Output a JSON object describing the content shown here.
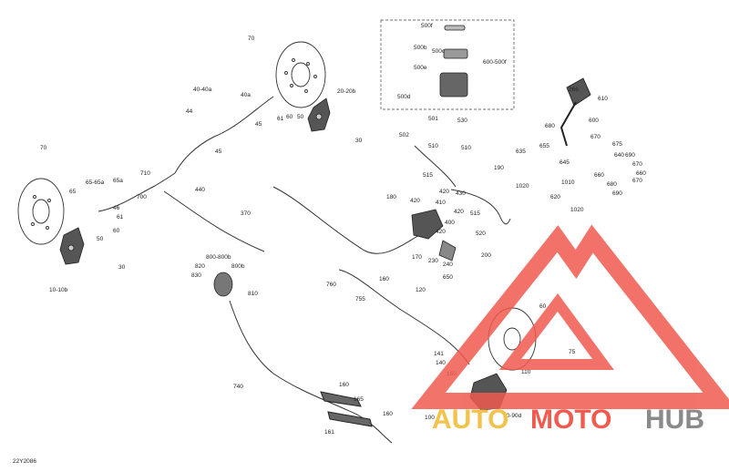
{
  "diagram_code": "22Y2086",
  "callouts": {
    "c70_top": "70",
    "c40_40a": "40-40a",
    "c40a": "40a",
    "c44": "44",
    "c45a": "45",
    "c45b": "45",
    "c61a": "61",
    "c60a": "60",
    "c50a": "50",
    "c20_20b": "20-20b",
    "c30a": "30",
    "c500f": "500f",
    "c500b": "500b",
    "c500c": "500c",
    "c600_600f": "600-500f",
    "c500e": "500e",
    "c500d": "500d",
    "c501": "501",
    "c502": "502",
    "c530": "530",
    "c510a": "510",
    "c510b": "510",
    "c266": "266",
    "c610": "610",
    "c680": "680",
    "c600": "600",
    "c670": "670",
    "c675": "675",
    "c635": "635",
    "c655": "655",
    "c645": "645",
    "c690": "690",
    "c640": "640",
    "c670b": "670",
    "c660": "660",
    "c670c": "670",
    "c660b": "660",
    "c680b": "680",
    "c690b": "690",
    "c190": "190",
    "c1020a": "1020",
    "c620": "620",
    "c1010": "1010",
    "c1020b": "1020",
    "c70_left": "70",
    "c65_65a": "65-65a",
    "c65a": "65a",
    "c65": "65",
    "c710": "710",
    "c700": "700",
    "c46": "46",
    "c61b": "61",
    "c440": "440",
    "c370": "370",
    "c60b": "60",
    "c50b": "50",
    "c30b": "30",
    "c10_10b": "10-10b",
    "c515": "515",
    "c180": "180",
    "c420a": "420",
    "c420b": "420",
    "c430": "430",
    "c420c": "420",
    "c410": "410",
    "c400": "400",
    "c515b": "515",
    "c520": "520",
    "c420d": "420",
    "c170": "170",
    "c230": "230",
    "c240": "240",
    "c200": "200",
    "c650": "650",
    "c800_800b": "800-800b",
    "c820": "820",
    "c830": "830",
    "c800b": "800b",
    "c810": "810",
    "c160a": "160",
    "c760": "760",
    "c755": "755",
    "c120": "120",
    "c740": "740",
    "c160b": "160",
    "c165": "165",
    "c160c": "160",
    "c161": "161",
    "c141": "141",
    "c140": "140",
    "c150": "150",
    "c60c": "60",
    "c75": "75",
    "c110": "110",
    "c100": "100",
    "c90_90d": "90-90d"
  },
  "watermark": {
    "brand_auto": "AUTO",
    "brand_moto": "MOTO",
    "brand_hub": "HUB",
    "color_red": "#f05a4f",
    "color_yellow": "#f3c24a",
    "color_grey": "#8a8a8a"
  }
}
